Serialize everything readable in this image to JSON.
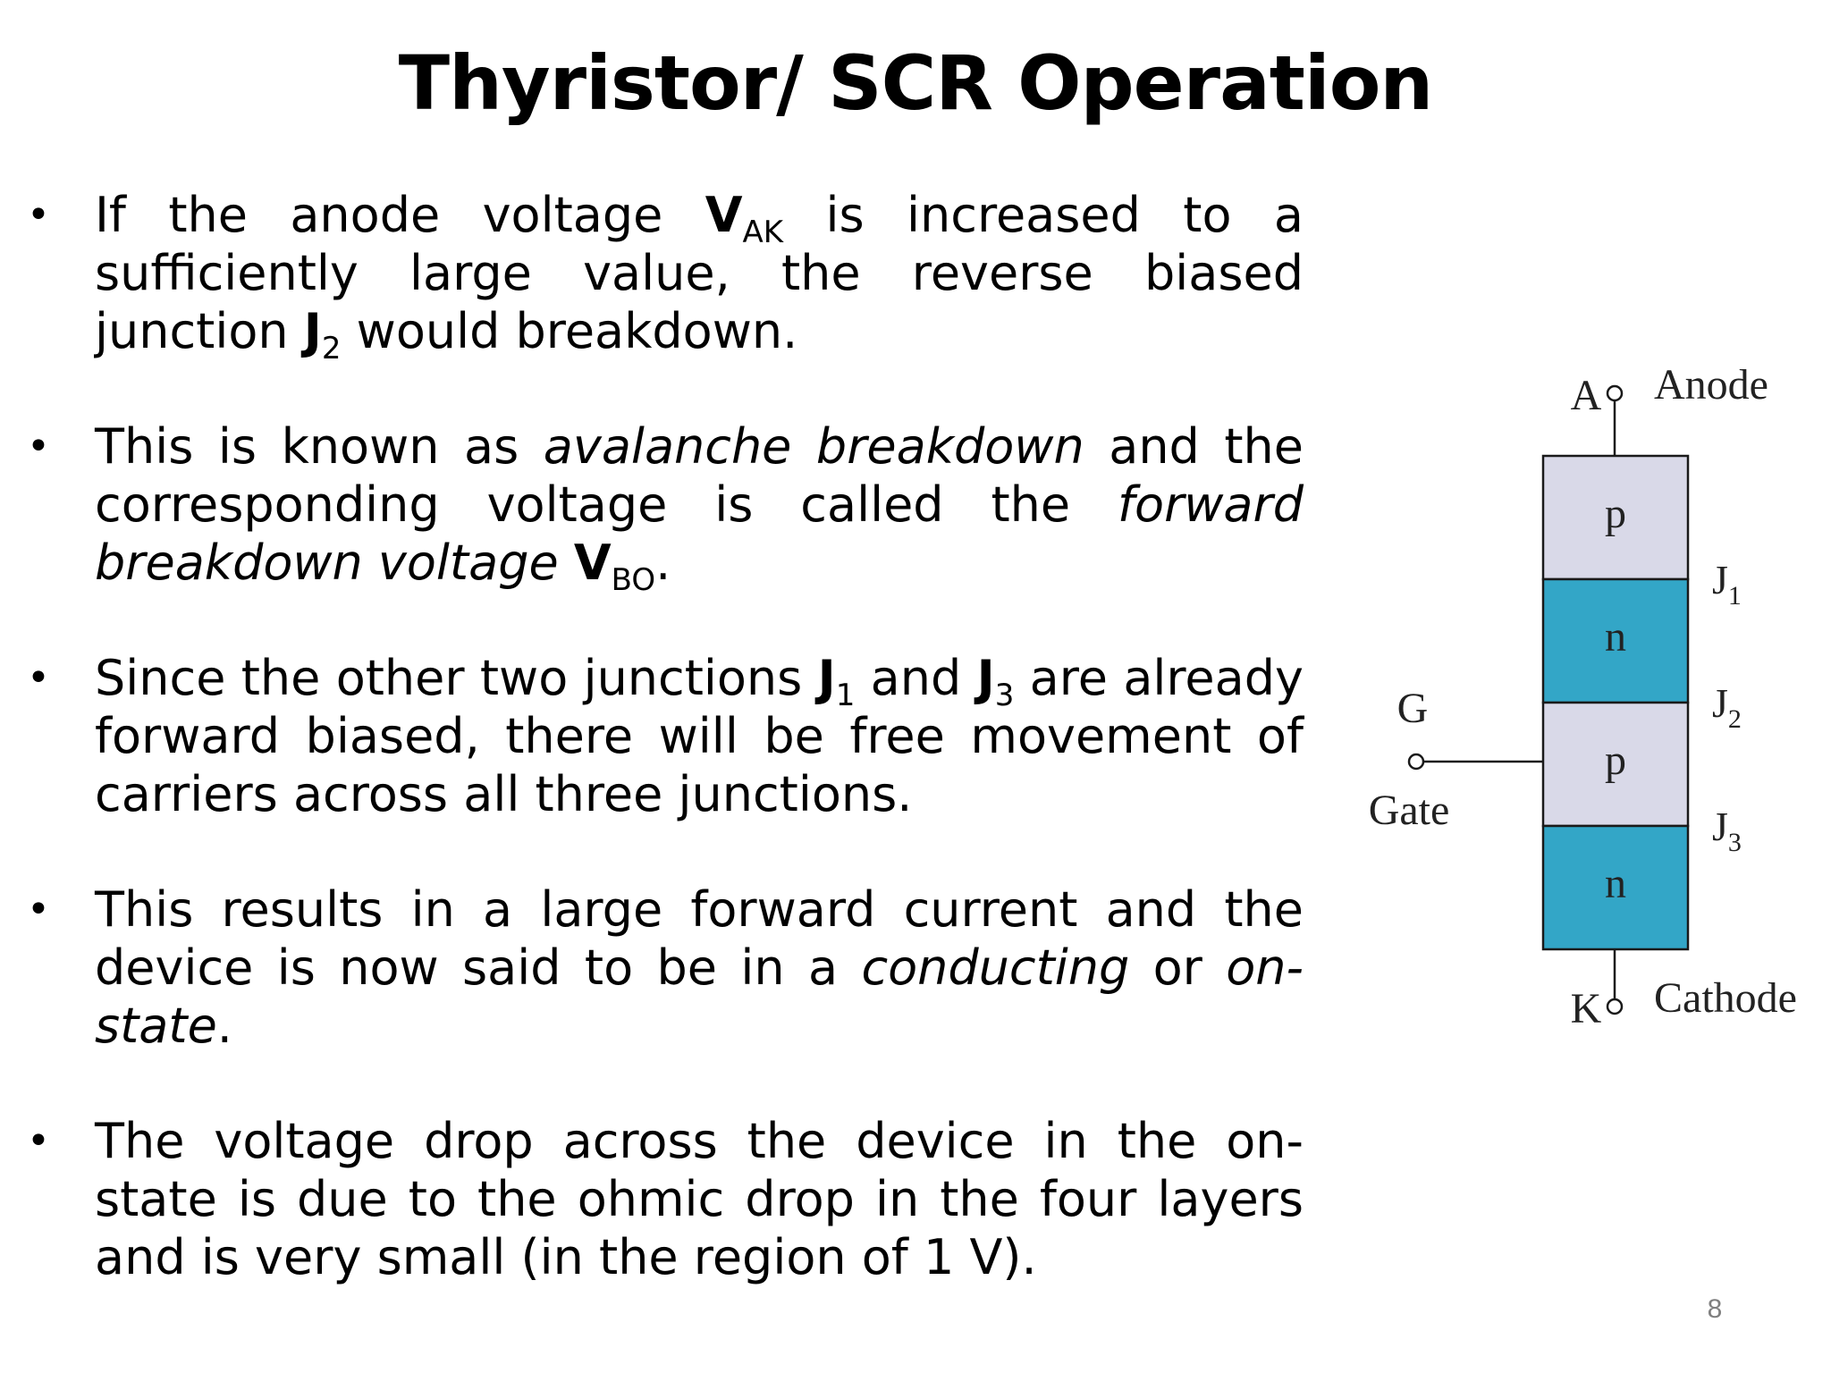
{
  "slide": {
    "title": "Thyristor/ SCR Operation",
    "bullets": [
      {
        "id": "b1",
        "parts": [
          {
            "text": "If the anode voltage "
          },
          {
            "text": "V",
            "style": "bold"
          },
          {
            "text": "AK",
            "style": "sub"
          },
          {
            "text": " is increased to a sufficiently large value, the reverse biased junction "
          },
          {
            "text": "J",
            "style": "bold"
          },
          {
            "text": "2",
            "style": "sub"
          },
          {
            "text": " would breakdown."
          }
        ]
      },
      {
        "id": "b2",
        "parts": [
          {
            "text": " This is known as "
          },
          {
            "text": "avalanche breakdown",
            "style": "italic"
          },
          {
            "text": " and the corresponding voltage is called the "
          },
          {
            "text": "forward breakdown voltage",
            "style": "italic"
          },
          {
            "text": " "
          },
          {
            "text": "V",
            "style": "bold"
          },
          {
            "text": "BO",
            "style": "sub"
          },
          {
            "text": "."
          }
        ]
      },
      {
        "id": "b3",
        "parts": [
          {
            "text": "Since the other two junctions "
          },
          {
            "text": "J",
            "style": "bold"
          },
          {
            "text": "1",
            "style": "sub"
          },
          {
            "text": " and "
          },
          {
            "text": "J",
            "style": "bold"
          },
          {
            "text": "3",
            "style": "sub"
          },
          {
            "text": " are already forward biased, there will be free movement of carriers across all three junctions."
          }
        ]
      },
      {
        "id": "b4",
        "parts": [
          {
            "text": "This results in a large forward current and the device is now said to be in a "
          },
          {
            "text": "conducting",
            "style": "italic"
          },
          {
            "text": " or "
          },
          {
            "text": "on-state",
            "style": "italic"
          },
          {
            "text": "."
          }
        ]
      },
      {
        "id": "b5",
        "parts": [
          {
            "text": "The voltage drop across the device in the on-state is due to the ohmic drop in the four layers and is very small (in the region of 1 V)."
          }
        ]
      }
    ],
    "bullet_glyph": "•",
    "page_number": "8"
  },
  "diagram": {
    "colors": {
      "p_layer": "#d9d9e8",
      "n_layer": "#33a6c7",
      "outline": "#1a1a1a",
      "text": "#222222"
    },
    "layers": [
      "p",
      "n",
      "p",
      "n"
    ],
    "anode": {
      "letter": "A",
      "label": "Anode"
    },
    "cathode": {
      "letter": "K",
      "label": "Cathode"
    },
    "gate": {
      "letter": "G",
      "label": "Gate"
    },
    "junctions": [
      {
        "letter": "J",
        "sub": "1"
      },
      {
        "letter": "J",
        "sub": "2"
      },
      {
        "letter": "J",
        "sub": "3"
      }
    ]
  }
}
